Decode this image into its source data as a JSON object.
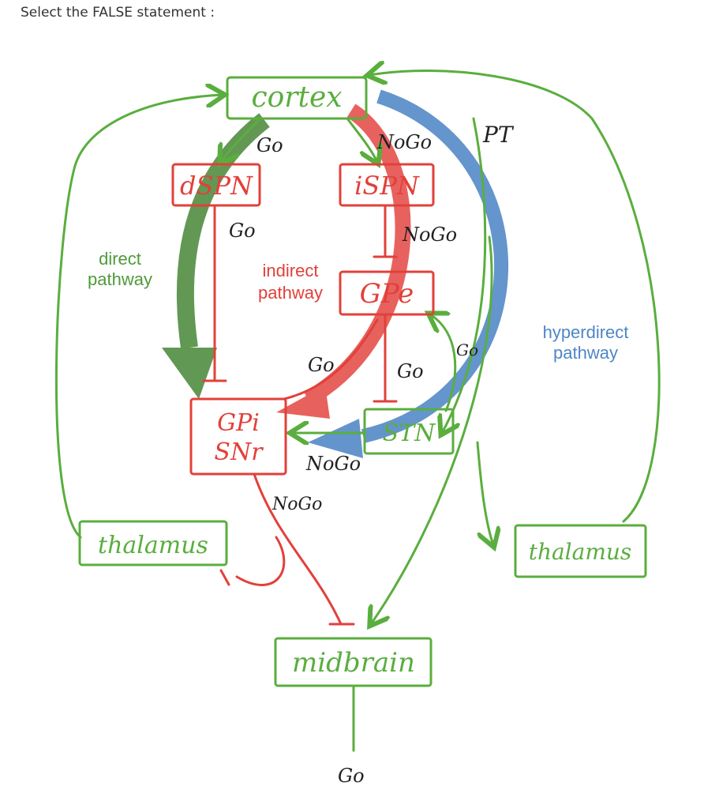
{
  "question": "Select the FALSE statement :",
  "colors": {
    "green": "#5aae3e",
    "red": "#e2403a",
    "blue": "#4f86c6",
    "dark_green": "#4c8a3c",
    "text_green": "#4f9a3a"
  },
  "nodes": {
    "cortex": "cortex",
    "dspn": "dSPN",
    "ispn": "iSPN",
    "gpe": "GPe",
    "gpi": "GPi",
    "snr": "SNr",
    "stn": "STN",
    "thalamus_left": "thalamus",
    "thalamus_right": "thalamus",
    "midbrain": "midbrain"
  },
  "edge_labels": {
    "cortex_dspn": "Go",
    "cortex_ispn": "NoGo",
    "cortex_pt": "PT",
    "dspn_gpi": "Go",
    "ispn_gpe": "NoGo",
    "gpe_gpi": "Go",
    "gpe_stn": "Go",
    "stn_gpe": "Go",
    "stn_gpi": "NoGo",
    "gpi_out": "NoGo",
    "midbrain_out": "Go"
  },
  "pathways": {
    "direct": [
      "direct",
      "pathway"
    ],
    "indirect": [
      "indirect",
      "pathway"
    ],
    "hyperdirect": [
      "hyperdirect",
      "pathway"
    ]
  }
}
